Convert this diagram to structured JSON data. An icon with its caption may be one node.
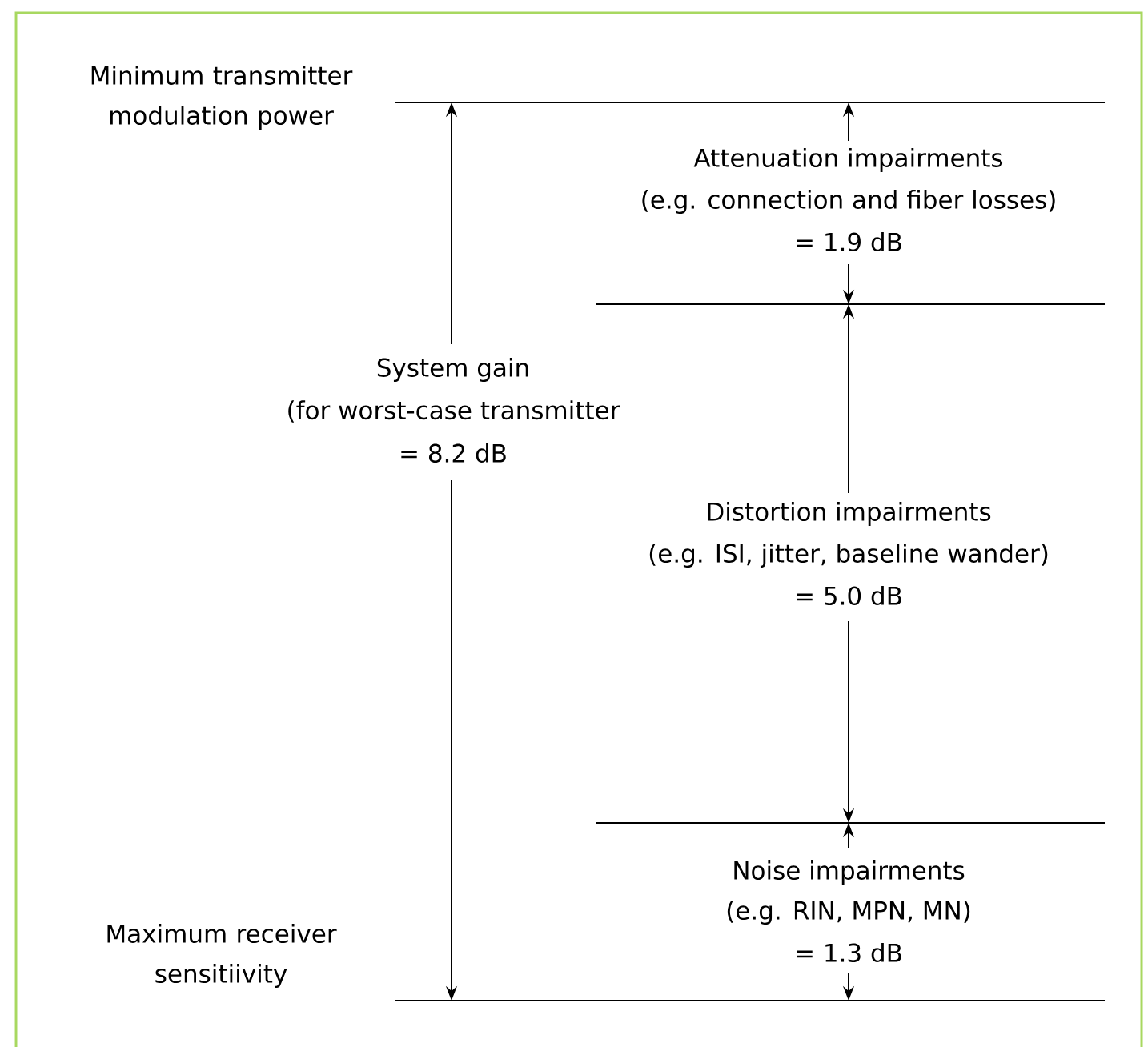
{
  "diagram": {
    "labels": [
      "Minimum transmitter modulation power",
      "Attenuation impairments",
      "(e.g. connection and fiber losses)",
      "= 1.9 dB",
      "System gain",
      "(for worst-case transmitter",
      "= 8.2 dB",
      "Distortion impairments",
      "(e.g. ISI, jitter, baseline wander)",
      "= 5.0 dB",
      "Noise impairments",
      "(e.g. RIN, MPN, MN)",
      "= 1.3 dB",
      "Maximum receiver sensitiivity"
    ]
  }
}
